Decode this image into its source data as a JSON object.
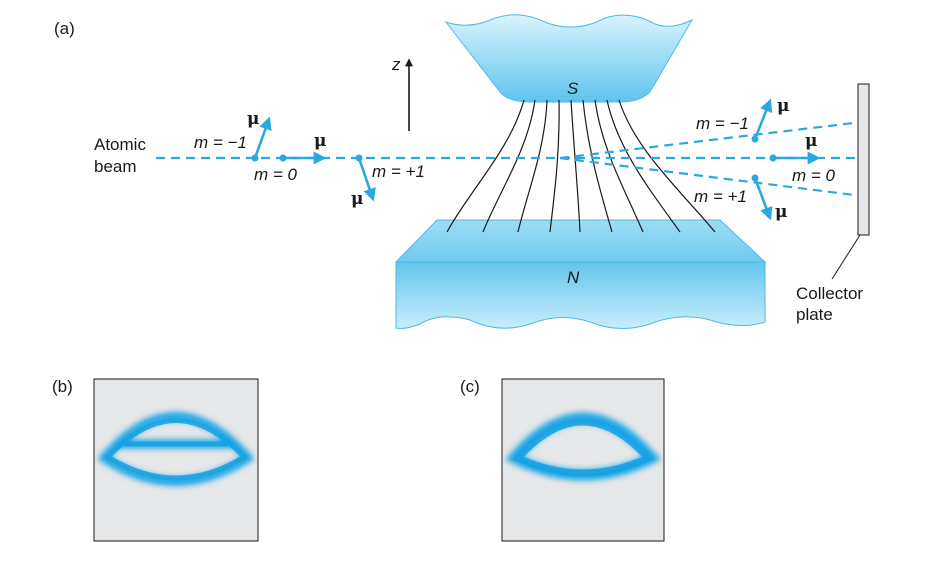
{
  "figure": {
    "panel_a": "(a)",
    "panel_b": "(b)",
    "panel_c": "(c)",
    "z_axis": "z",
    "pole_south": "S",
    "pole_north": "N",
    "atomic_beam_line1": "Atomic",
    "atomic_beam_line2": "beam",
    "collector_line1": "Collector",
    "collector_line2": "plate",
    "m_minus_left": "m = −1",
    "m_zero_left": "m = 0",
    "m_plus_left": "m = +1",
    "m_minus_right": "m = −1",
    "m_zero_right": "m = 0",
    "m_plus_right": "m = +1",
    "mu": "μ"
  },
  "colors": {
    "beam": "#29a9df",
    "magnet_light": "#d6f2fd",
    "magnet_dark": "#5cc3ec",
    "field_lines": "#1a1a1a",
    "pattern_bg": "#e6e7e8",
    "pattern": "#1fa6e6"
  }
}
